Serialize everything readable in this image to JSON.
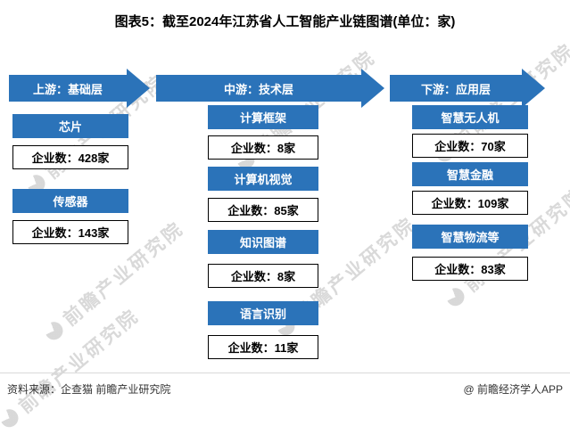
{
  "title": "图表5：截至2024年江苏省人工智能产业链图谱(单位：家)",
  "colors": {
    "primary": "#2B73B9"
  },
  "watermark": {
    "text": "前瞻产业研究院"
  },
  "columns": [
    {
      "arrow_label": "上游：基础层",
      "items": [
        {
          "name": "芯片",
          "count": "企业数：428家"
        },
        {
          "name": "传感器",
          "count": "企业数：143家"
        }
      ]
    },
    {
      "arrow_label": "中游：技术层",
      "items": [
        {
          "name": "计算框架",
          "count": "企业数：8家"
        },
        {
          "name": "计算机视觉",
          "count": "企业数：85家"
        },
        {
          "name": "知识图谱",
          "count": "企业数：8家"
        },
        {
          "name": "语言识别",
          "count": "企业数：11家"
        }
      ]
    },
    {
      "arrow_label": "下游：应用层",
      "items": [
        {
          "name": "智慧无人机",
          "count": "企业数：70家"
        },
        {
          "name": "智慧金融",
          "count": "企业数：109家"
        },
        {
          "name": "智慧物流等",
          "count": "企业数：83家"
        }
      ]
    }
  ],
  "footer": {
    "source": "资料来源：企查猫 前瞻产业研究院",
    "credit": "@ 前瞻经济学人APP"
  }
}
